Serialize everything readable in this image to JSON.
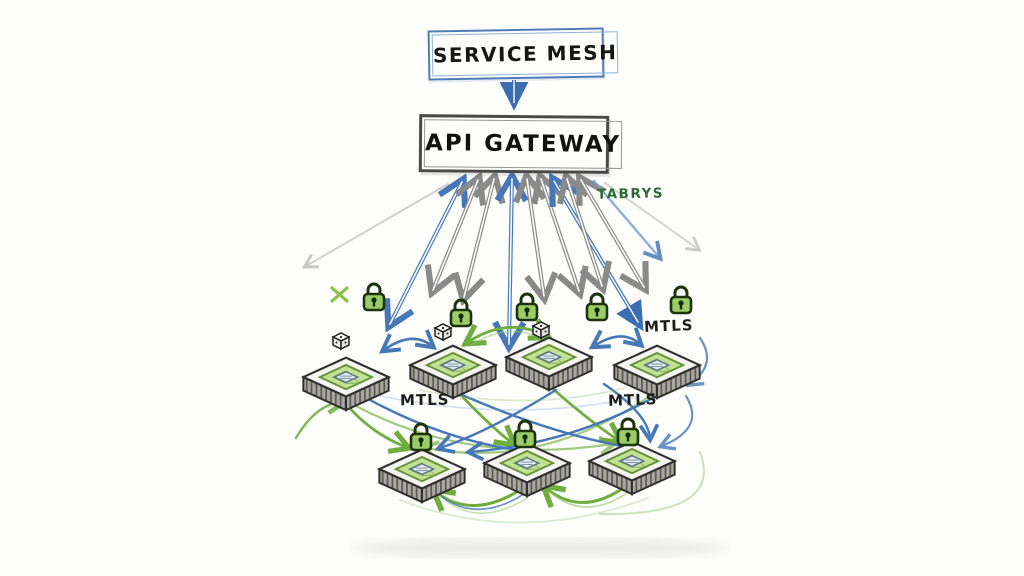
{
  "header": {
    "title": "SERVICE MESH",
    "gateway": "API GATEWAY"
  },
  "labels": {
    "note": "TABRYS",
    "mtls": [
      "MTLS",
      "MTLS",
      "MTLS"
    ]
  },
  "icons": {
    "lock": "padlock-icon",
    "cube": "cube-icon",
    "cross": "x-mark-icon",
    "node": "service-node-chip"
  },
  "counts": {
    "service_nodes": 7,
    "padlocks": 8,
    "cubes": 3,
    "mtls_labels": 3
  },
  "colors": {
    "pencil_blue": "#4678b8",
    "pencil_gray": "#8a8a8a",
    "pencil_green": "#6fae3e",
    "lock_fill": "#9ccc65",
    "node_top": "#f4f4f0",
    "ink": "#1a1a1a"
  }
}
